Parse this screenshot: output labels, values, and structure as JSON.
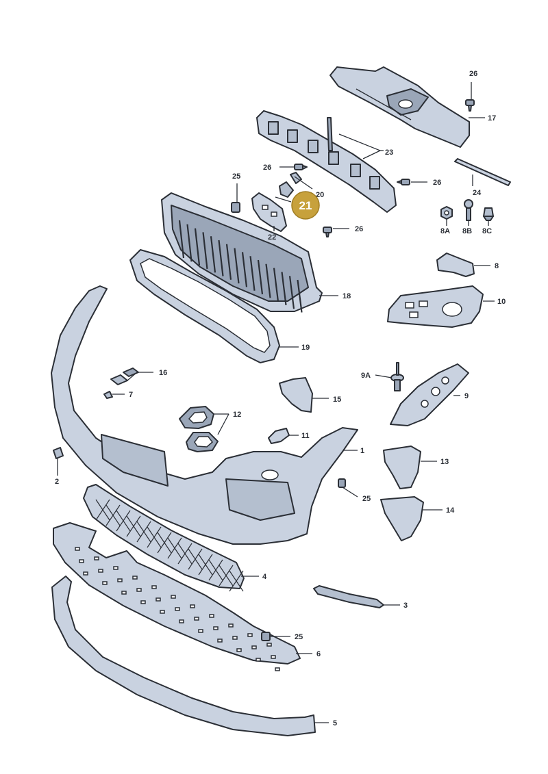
{
  "callouts": {
    "c1": "1",
    "c2": "2",
    "c3": "3",
    "c4": "4",
    "c5": "5",
    "c6": "6",
    "c7": "7",
    "c8": "8",
    "c8a": "8A",
    "c8b": "8B",
    "c8c": "8C",
    "c9": "9",
    "c9a": "9A",
    "c10": "10",
    "c11": "11",
    "c12": "12",
    "c13": "13",
    "c14": "14",
    "c15": "15",
    "c16": "16",
    "c17": "17",
    "c18": "18",
    "c19": "19",
    "c20": "20",
    "c21": "21",
    "c22": "22",
    "c23": "23",
    "c24": "24",
    "c25a": "25",
    "c25b": "25",
    "c25c": "25",
    "c26a": "26",
    "c26b": "26",
    "c26c": "26",
    "c26d": "26"
  },
  "highlight": {
    "part": "21",
    "color": "#c7a13c"
  }
}
